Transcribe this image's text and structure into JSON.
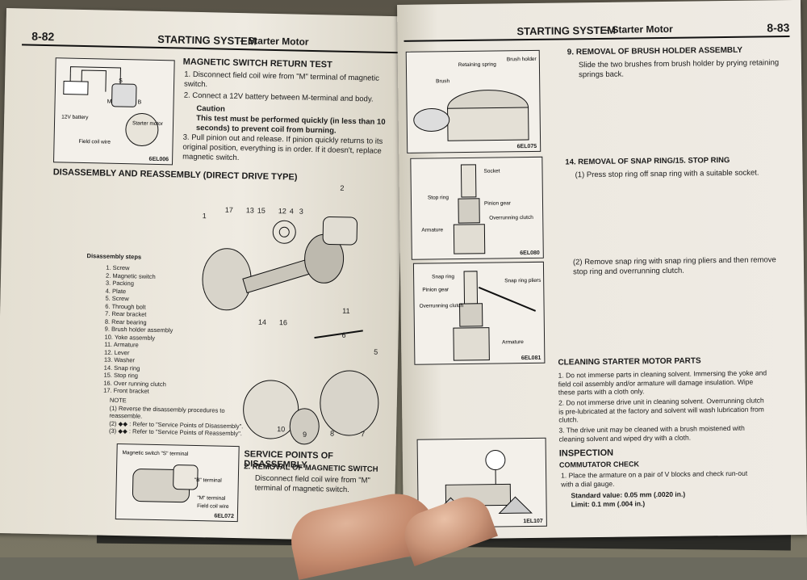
{
  "left_page": {
    "page_number": "8-82",
    "header_title": "STARTING SYSTEM",
    "header_sub": "– Starter Motor",
    "mag_test": {
      "title": "MAGNETIC SWITCH RETURN TEST",
      "step1": "1.  Disconnect field coil wire from \"M\" terminal of magnetic switch.",
      "step2": "2.  Connect a 12V battery between M-terminal and body.",
      "caution_title": "Caution",
      "caution_text": "This test must be performed quickly (in less than 10 seconds) to prevent coil from burning.",
      "step3": "3.  Pull pinion out and release. If pinion quickly returns to its original position, everything is in order. If it doesn't, replace magnetic switch."
    },
    "fig1": {
      "code": "6EL006",
      "battery": "12V battery",
      "field": "Field coil wire",
      "motor": "Starter motor",
      "s": "S",
      "m": "M",
      "b": "B"
    },
    "disassembly": {
      "title": "DISASSEMBLY AND REASSEMBLY (DIRECT DRIVE TYPE)",
      "steps_title": "Disassembly steps",
      "steps": [
        "1. Screw",
        "2. Magnetic switch",
        "3. Packing",
        "4. Plate",
        "5. Screw",
        "6. Through bolt",
        "7. Rear bracket",
        "8. Rear bearing",
        "9. Brush holder assembly",
        "10. Yoke assembly",
        "11. Armature",
        "12. Lever",
        "13. Washer",
        "14. Snap ring",
        "15. Stop ring",
        "16. Over running clutch",
        "17. Front bracket"
      ],
      "note_title": "NOTE",
      "notes": [
        "(1)  Reverse the disassembly procedures to reassemble.",
        "(2)  ◆◆ : Refer to \"Service Points of Disassembly\".",
        "(3)  ◆◆ : Refer to \"Service Points of Reassembly\"."
      ],
      "callouts": [
        "1",
        "17",
        "13",
        "15",
        "12",
        "4",
        "3",
        "2",
        "14",
        "16",
        "11",
        "6",
        "5",
        "10",
        "9",
        "8",
        "7"
      ]
    },
    "service": {
      "title": "SERVICE POINTS OF DISASSEMBLY",
      "sub": "2.  REMOVAL OF MAGNETIC SWITCH",
      "text": "Disconnect field coil wire from \"M\" terminal of magnetic switch."
    },
    "fig2": {
      "code": "6EL072",
      "s_label": "Magnetic switch \"S\" terminal",
      "b_label": "\"B\" terminal",
      "m_label": "\"M\" terminal",
      "field": "Field coil wire"
    }
  },
  "right_page": {
    "page_number": "8-83",
    "header_title": "STARTING SYSTEM",
    "header_sub": "– Starter Motor",
    "s9": {
      "title": "9.  REMOVAL OF BRUSH HOLDER ASSEMBLY",
      "text": "Slide the two brushes from brush holder by prying retaining springs back."
    },
    "fig_a": {
      "code": "6EL075",
      "brush": "Brush",
      "spring": "Retaining spring",
      "holder": "Brush holder"
    },
    "s14": {
      "title": "14. REMOVAL OF SNAP RING/15. STOP RING",
      "text1": "(1)  Press stop ring off snap ring with a suitable socket.",
      "text2": "(2)  Remove snap ring with snap ring pliers and then remove stop ring and overrunning clutch."
    },
    "fig_b": {
      "code": "6EL080",
      "socket": "Socket",
      "stop": "Stop ring",
      "pinion": "Pinion gear",
      "clutch": "Overrunning clutch",
      "armature": "Armature"
    },
    "fig_c": {
      "code": "6EL081",
      "snap": "Snap ring",
      "pinion": "Pinion gear",
      "clutch": "Overrunning clutch",
      "pliers": "Snap ring pliers",
      "armature": "Armature"
    },
    "cleaning": {
      "title": "CLEANING STARTER MOTOR PARTS",
      "items": [
        "1.  Do not immerse parts in cleaning solvent. Immersing the yoke and field coil assembly and/or armature will damage insulation. Wipe these parts with a cloth only.",
        "2.  Do not immerse drive unit in cleaning solvent. Overrunning clutch is pre-lubricated at the factory and solvent will wash lubrication from clutch.",
        "3.  The drive unit may be cleaned with a brush moistened with cleaning solvent and wiped dry with a cloth."
      ]
    },
    "inspection": {
      "title": "INSPECTION",
      "sub": "COMMUTATOR CHECK",
      "text": "1.  Place the armature on a pair of V blocks and check run-out with a dial gauge.",
      "standard": "Standard value: 0.05 mm (.0020 in.)",
      "limit": "Limit: 0.1 mm (.004 in.)"
    },
    "fig_d": {
      "code": "1EL107"
    }
  }
}
